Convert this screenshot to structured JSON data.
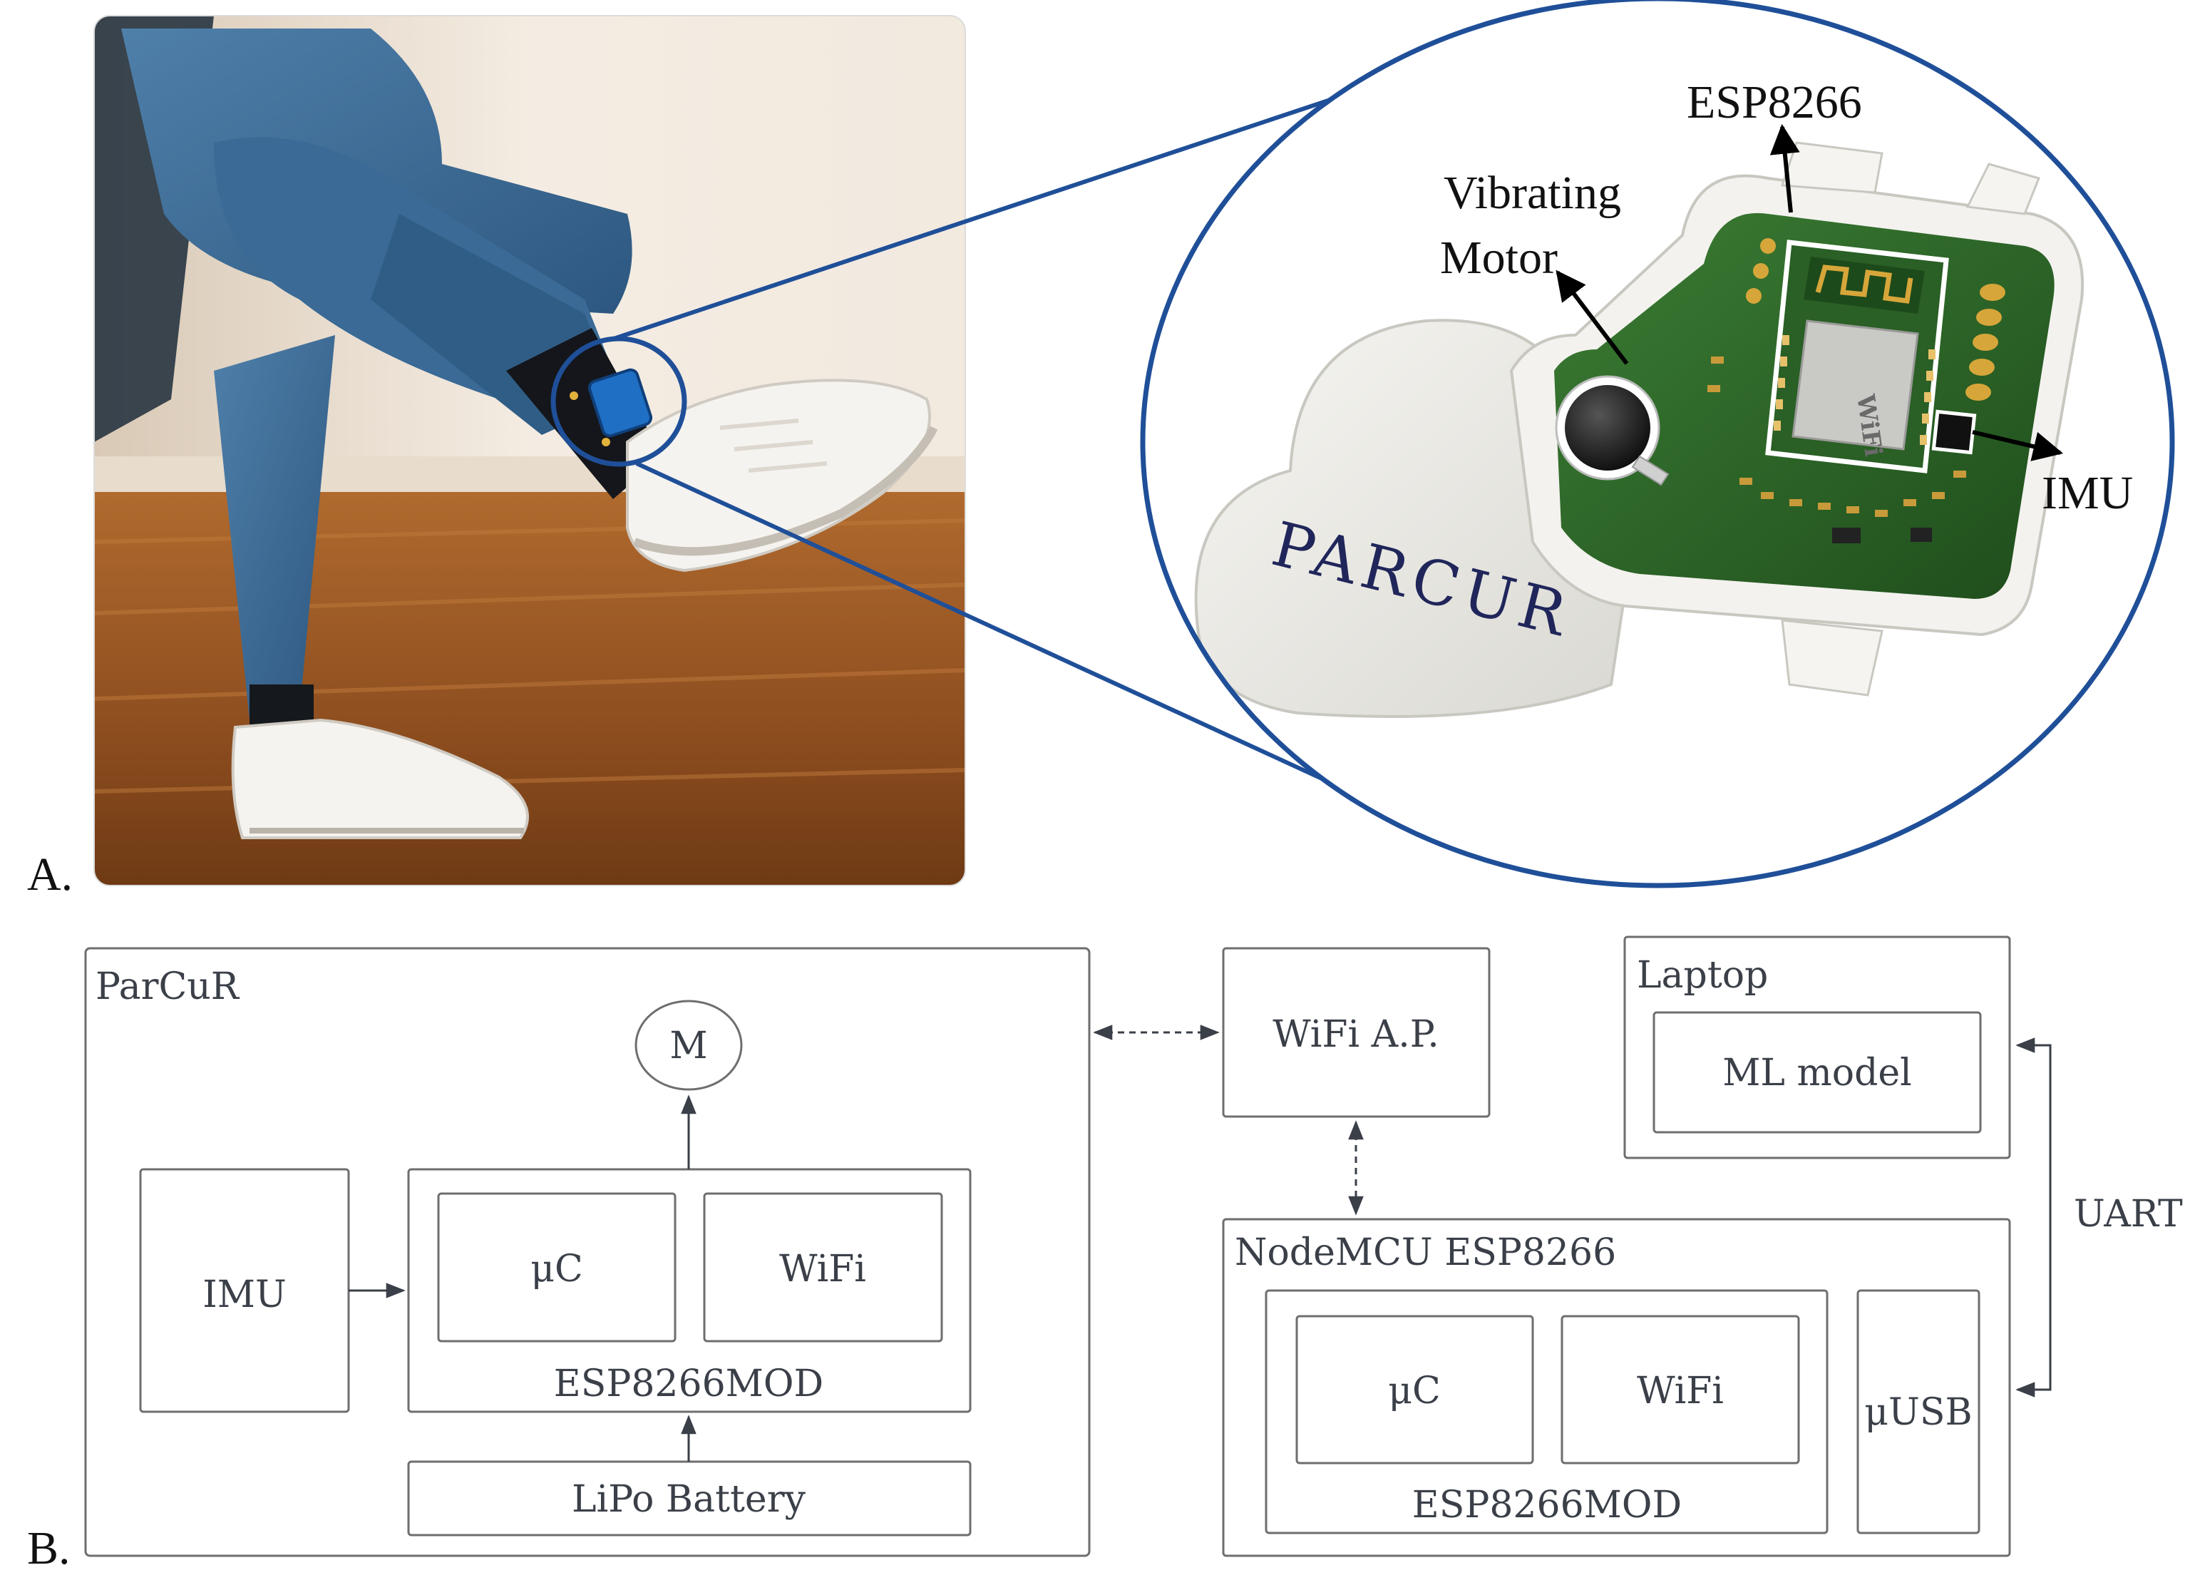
{
  "panel_a": {
    "label": "A.",
    "callouts": {
      "esp": "ESP8266",
      "motor_line1": "Vibrating",
      "motor_line2": "Motor",
      "imu": "IMU"
    },
    "device_logo": "PARCUR",
    "wifi_mark": "WiFi",
    "colors": {
      "zoom_ring": "#1f4f98",
      "pcb": "#2d6a2a",
      "case": "#ecebe6",
      "jeans": "#3f6f99",
      "floor": "#a8612a",
      "wall": "#efe6dc",
      "strap": "#1f6fc4"
    }
  },
  "panel_b": {
    "label": "B.",
    "parcur": {
      "title": "ParCuR",
      "motor": "M",
      "imu": "IMU",
      "uc": "μC",
      "wifi": "WiFi",
      "module": "ESP8266MOD",
      "battery": "LiPo Battery"
    },
    "access_point": "WiFi A.P.",
    "laptop": {
      "title": "Laptop",
      "model": "ML model"
    },
    "nodemcu": {
      "title": "NodeMCU ESP8266",
      "uc": "μC",
      "wifi": "WiFi",
      "module": "ESP8266MOD",
      "usb": "μUSB"
    },
    "uart": "UART",
    "colors": {
      "box": "#6e6e6e",
      "text": "#3a3f48",
      "arrow": "#3a3f48"
    }
  }
}
